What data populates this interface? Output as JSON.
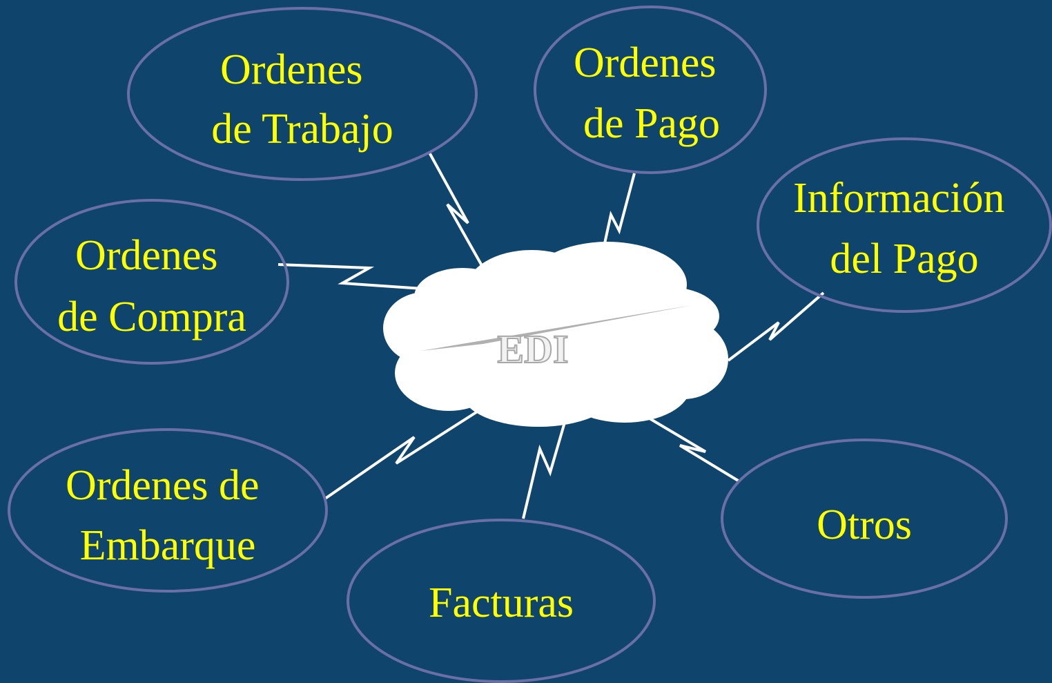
{
  "diagram": {
    "hub": {
      "label": "EDI"
    },
    "nodes": [
      {
        "id": "trabajo",
        "lines": [
          "Ordenes",
          "de Trabajo"
        ]
      },
      {
        "id": "pago",
        "lines": [
          "Ordenes",
          "de Pago"
        ]
      },
      {
        "id": "info",
        "lines": [
          "Información",
          "del Pago"
        ]
      },
      {
        "id": "compra",
        "lines": [
          "Ordenes",
          "de Compra"
        ]
      },
      {
        "id": "embarque",
        "lines": [
          "Ordenes de",
          "Embarque"
        ]
      },
      {
        "id": "facturas",
        "lines": [
          "Facturas"
        ]
      },
      {
        "id": "otros",
        "lines": [
          "Otros"
        ]
      }
    ]
  },
  "colors": {
    "background": "#0f456c",
    "ellipse_stroke": "#6a6fa8",
    "label_text": "#ffff00",
    "bolt": "#ffffff",
    "cloud_fill": "#ffffff",
    "hub_text_fill": "#f2f2f2",
    "hub_text_stroke": "#a8a8a8",
    "streak": "#b0b0b0"
  }
}
